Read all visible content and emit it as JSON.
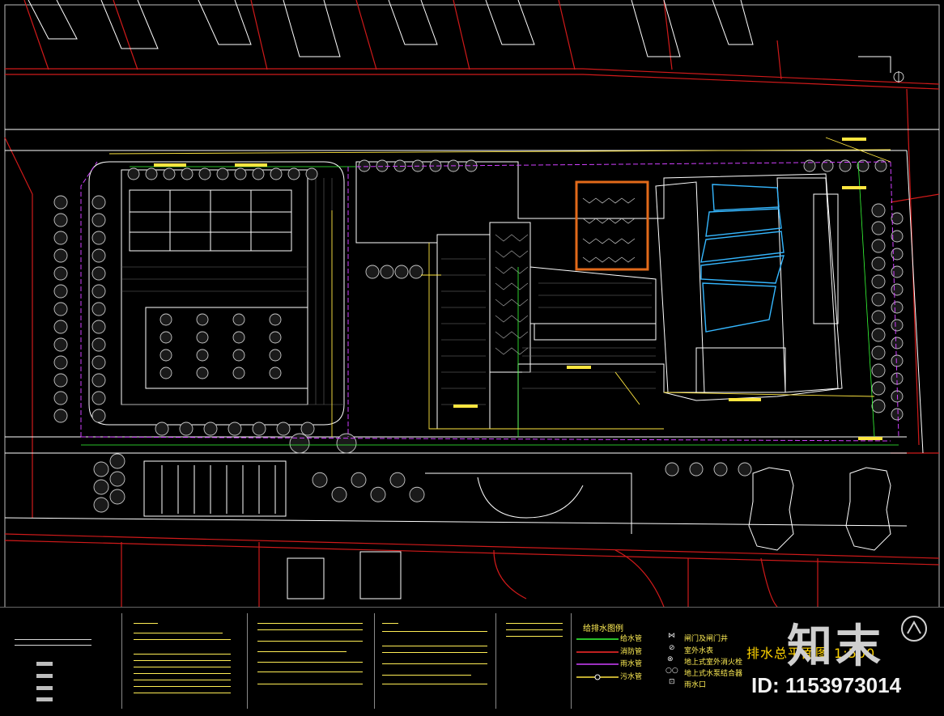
{
  "drawing": {
    "title": "排水总平面图 1:500",
    "watermark_brand": "知末",
    "watermark_id": "ID: 1153973014"
  },
  "legend": {
    "title": "给排水图例",
    "lines": [
      {
        "label": "给水管",
        "color": "#37ff37"
      },
      {
        "label": "消防管",
        "color": "#ff2b2b"
      },
      {
        "label": "雨水管",
        "color": "#d040ff"
      },
      {
        "label": "污水管",
        "color": "#ffe640"
      }
    ],
    "symbols": [
      {
        "label": "闸门及闸门井",
        "icon": "valve-icon"
      },
      {
        "label": "室外水表",
        "icon": "meter-icon"
      },
      {
        "label": "地上式室外消火栓",
        "icon": "hydrant-icon"
      },
      {
        "label": "地上式水泵结合器",
        "icon": "pump-adapter-icon"
      },
      {
        "label": "雨水口",
        "icon": "rain-inlet-icon"
      }
    ]
  },
  "colors": {
    "background": "#000000",
    "building": "#ffffff",
    "boundary": "#d01a1a",
    "water_supply": "#37ff37",
    "rain": "#d040ff",
    "sewage": "#ffe640",
    "auditorium": "#35b7ff",
    "tree": "#c8c8c8"
  }
}
